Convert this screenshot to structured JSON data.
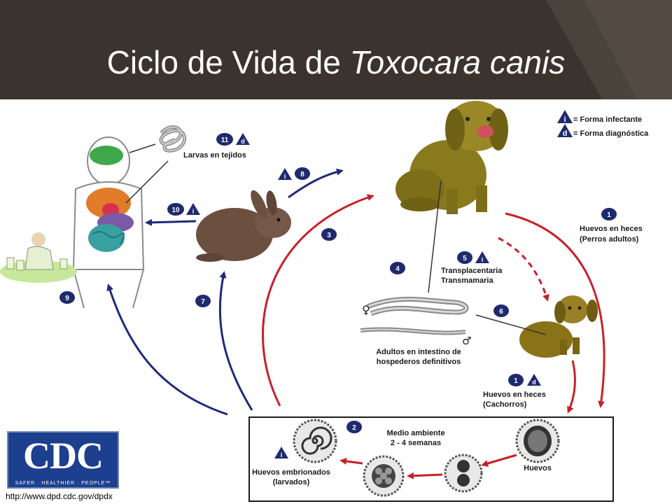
{
  "slide": {
    "title_plain": "Ciclo de Vida de ",
    "title_italic": "Toxocara canis"
  },
  "legend": {
    "infective_symbol": "i",
    "infective_label": "= Forma infectante",
    "diagnostic_symbol": "d",
    "diagnostic_label": "= Forma diagnóstica"
  },
  "steps": {
    "s1": "1",
    "s2": "2",
    "s3": "3",
    "s4": "4",
    "s5": "5",
    "s6": "6",
    "s7": "7",
    "s8": "8",
    "s9": "9",
    "s10": "10",
    "s11": "11"
  },
  "labels": {
    "larvae_tissues": "Larvas en tejidos",
    "eggs_adult_line1": "Huevos en heces",
    "eggs_adult_line2": "(Perros adultos)",
    "transplacental_line1": "Transplacentaria",
    "transplacental_line2": "Transmamaria",
    "adults_line1": "Adultos en intestino de",
    "adults_line2": "hospederos definitivos",
    "female_symbol": "♀",
    "male_symbol": "♂",
    "eggs_pups_line1": "Huevos en heces",
    "eggs_pups_line2": "(Cachorros)",
    "environment_line1": "Medio ambiente",
    "environment_line2": "2 - 4 semanas",
    "eggs": "Huevos",
    "embryonated_line1": "Huevos embrionados",
    "embryonated_line2": "(larvados)"
  },
  "logo": {
    "letters": "CDC",
    "tagline": "SAFER · HEALTHIER · PEOPLE™"
  },
  "footer_url": "http://www.dpd.cdc.gov/dpdx",
  "colors": {
    "title_bar": "#3b342e",
    "red_arrow": "#c8202a",
    "blue_arrow": "#1f2a7a",
    "marker": "#1f2a6e",
    "dog": "#8a7a1e",
    "rabbit": "#6b5040",
    "cdc_blue": "#1d3f8f"
  }
}
